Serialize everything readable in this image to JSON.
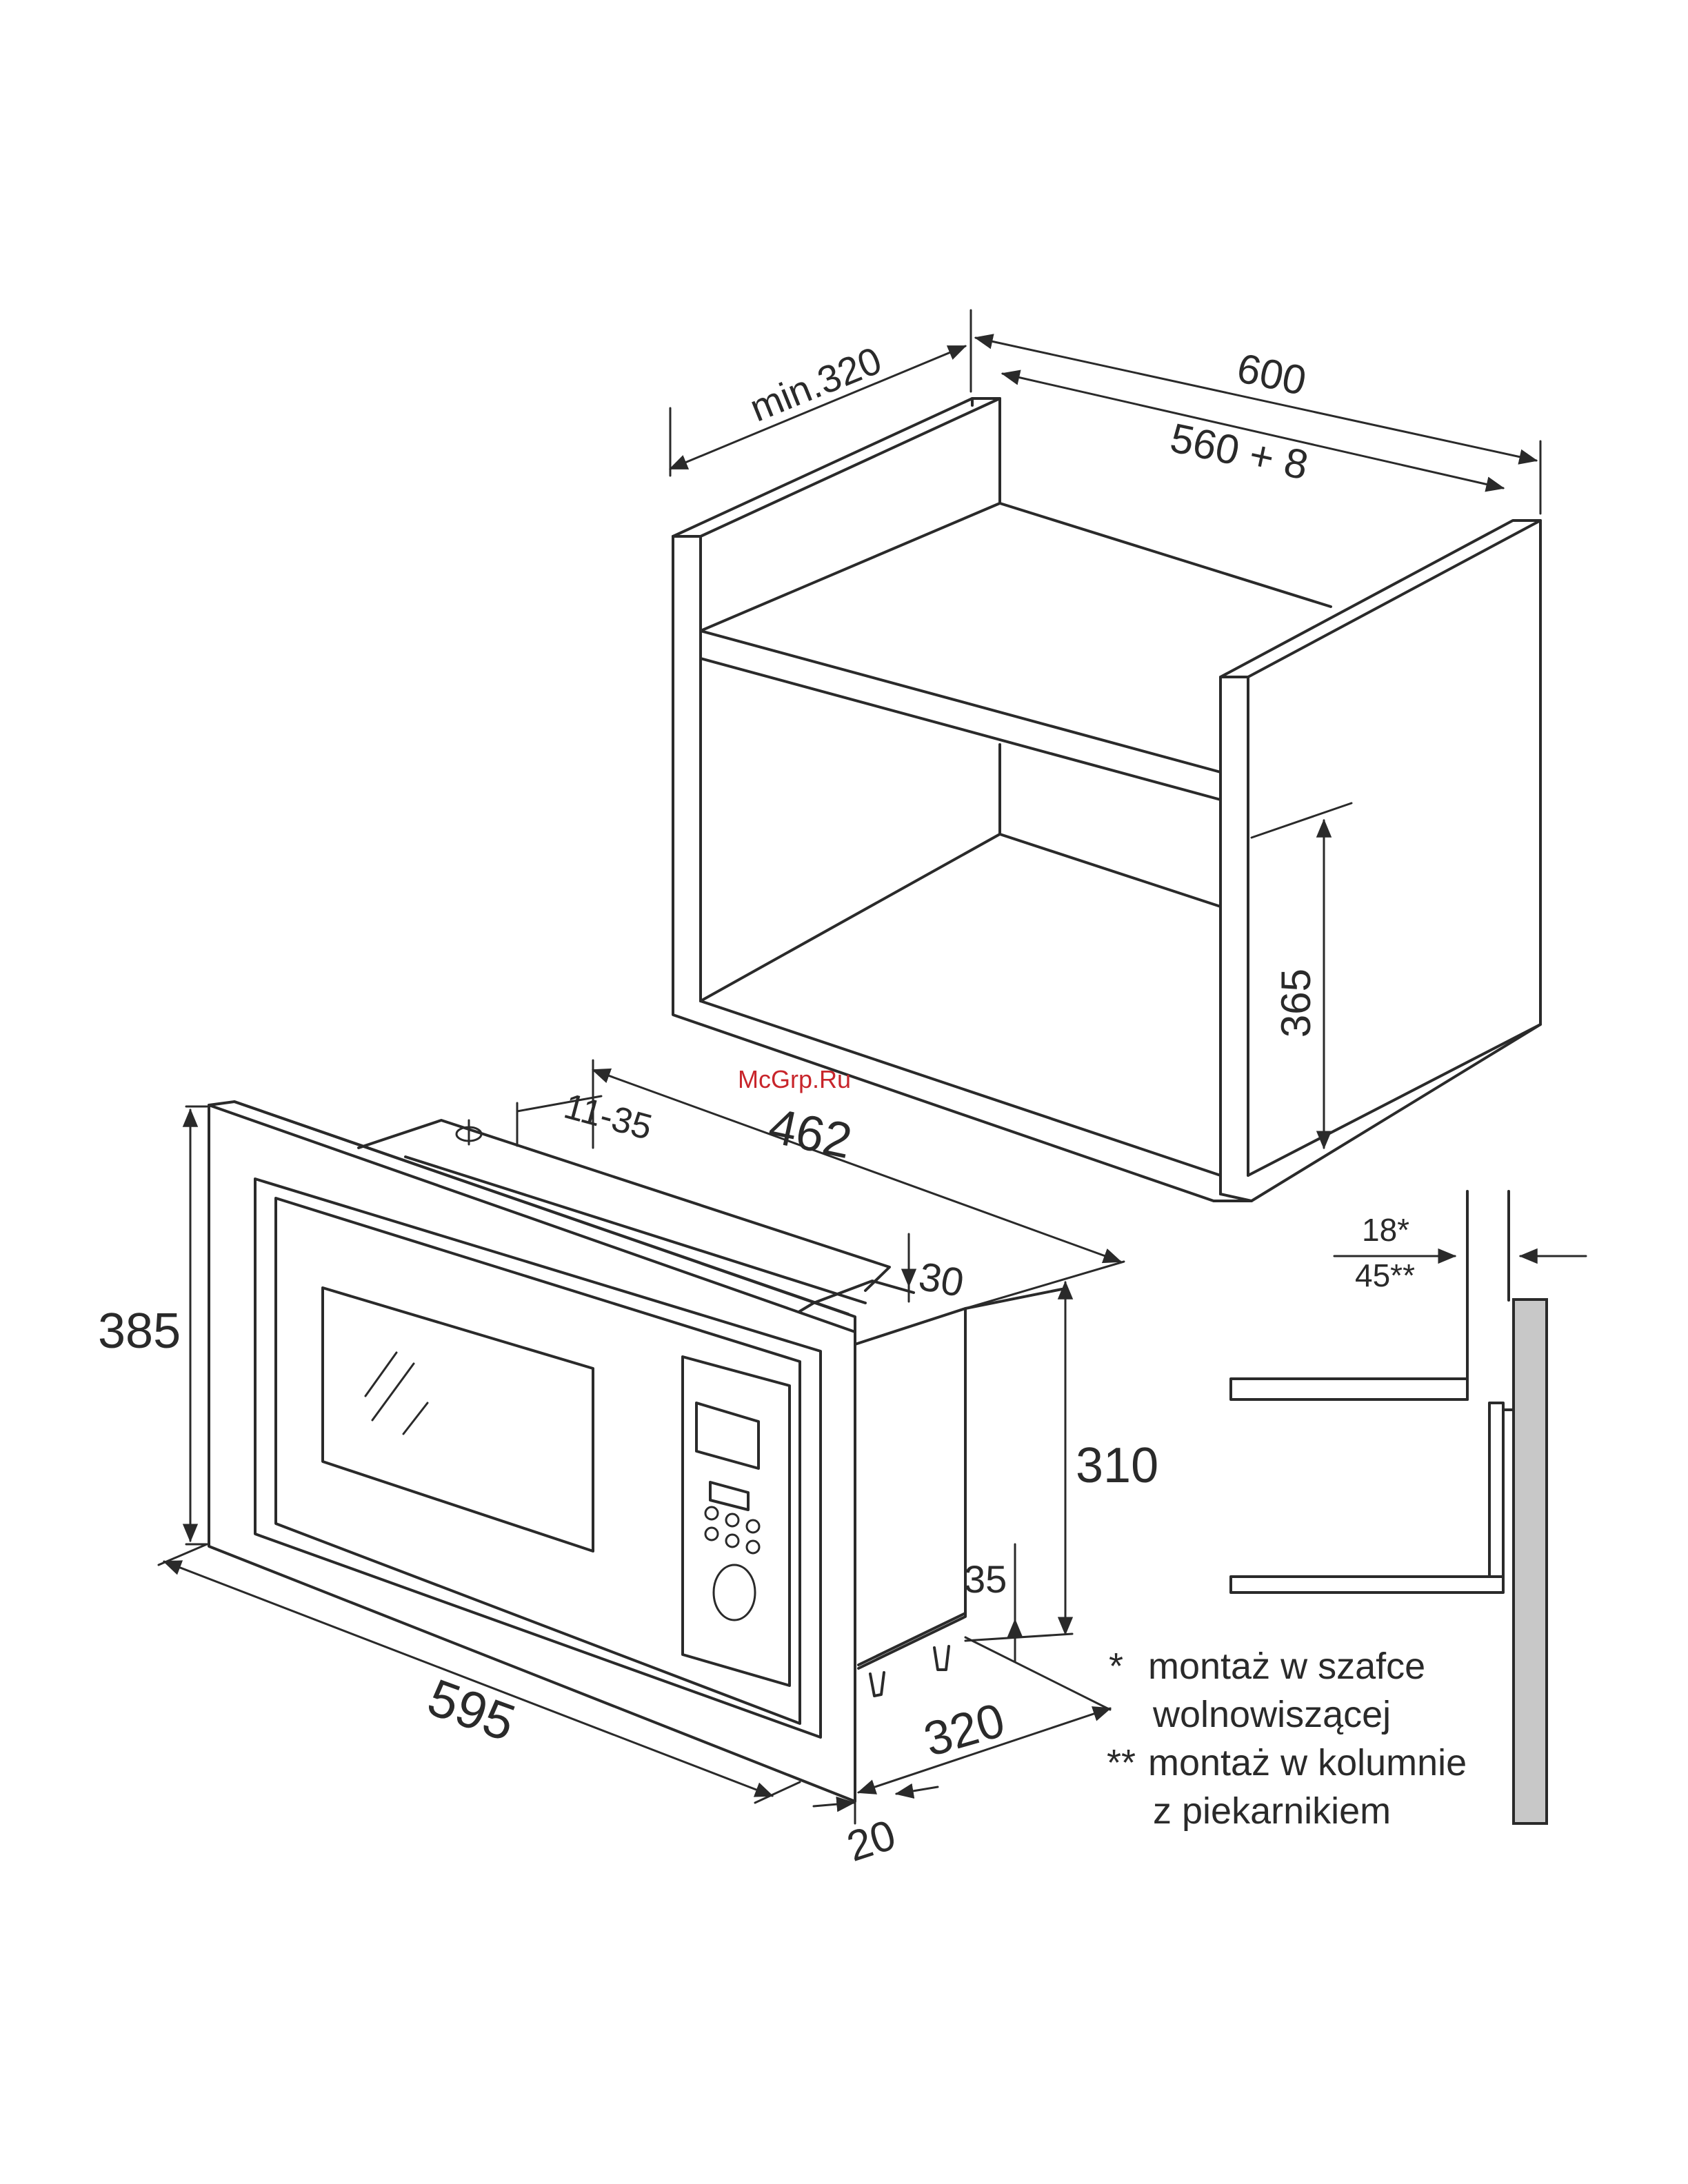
{
  "watermark": "McGrp.Ru",
  "cabinet": {
    "dim_depth_min": "min.320",
    "dim_width_outer": "600",
    "dim_width_inner": "560 + 8",
    "dim_opening_height": "365"
  },
  "microwave": {
    "dim_gap": "11-35",
    "dim_body_depth": "462",
    "dim_frame_offset": "30",
    "dim_frame_height": "385",
    "dim_body_height": "310",
    "dim_foot_height": "35",
    "dim_frame_width": "595",
    "dim_bottom_depth": "320",
    "dim_frame_thickness": "20"
  },
  "detail": {
    "dim_gap_a": "18*",
    "dim_gap_b": "45**"
  },
  "notes": [
    {
      "marker": "*",
      "line1": "montaż w szafce",
      "line2": "wolnowiszącej"
    },
    {
      "marker": "**",
      "line1": "montaż w kolumnie",
      "line2": "z piekarnikiem"
    }
  ]
}
